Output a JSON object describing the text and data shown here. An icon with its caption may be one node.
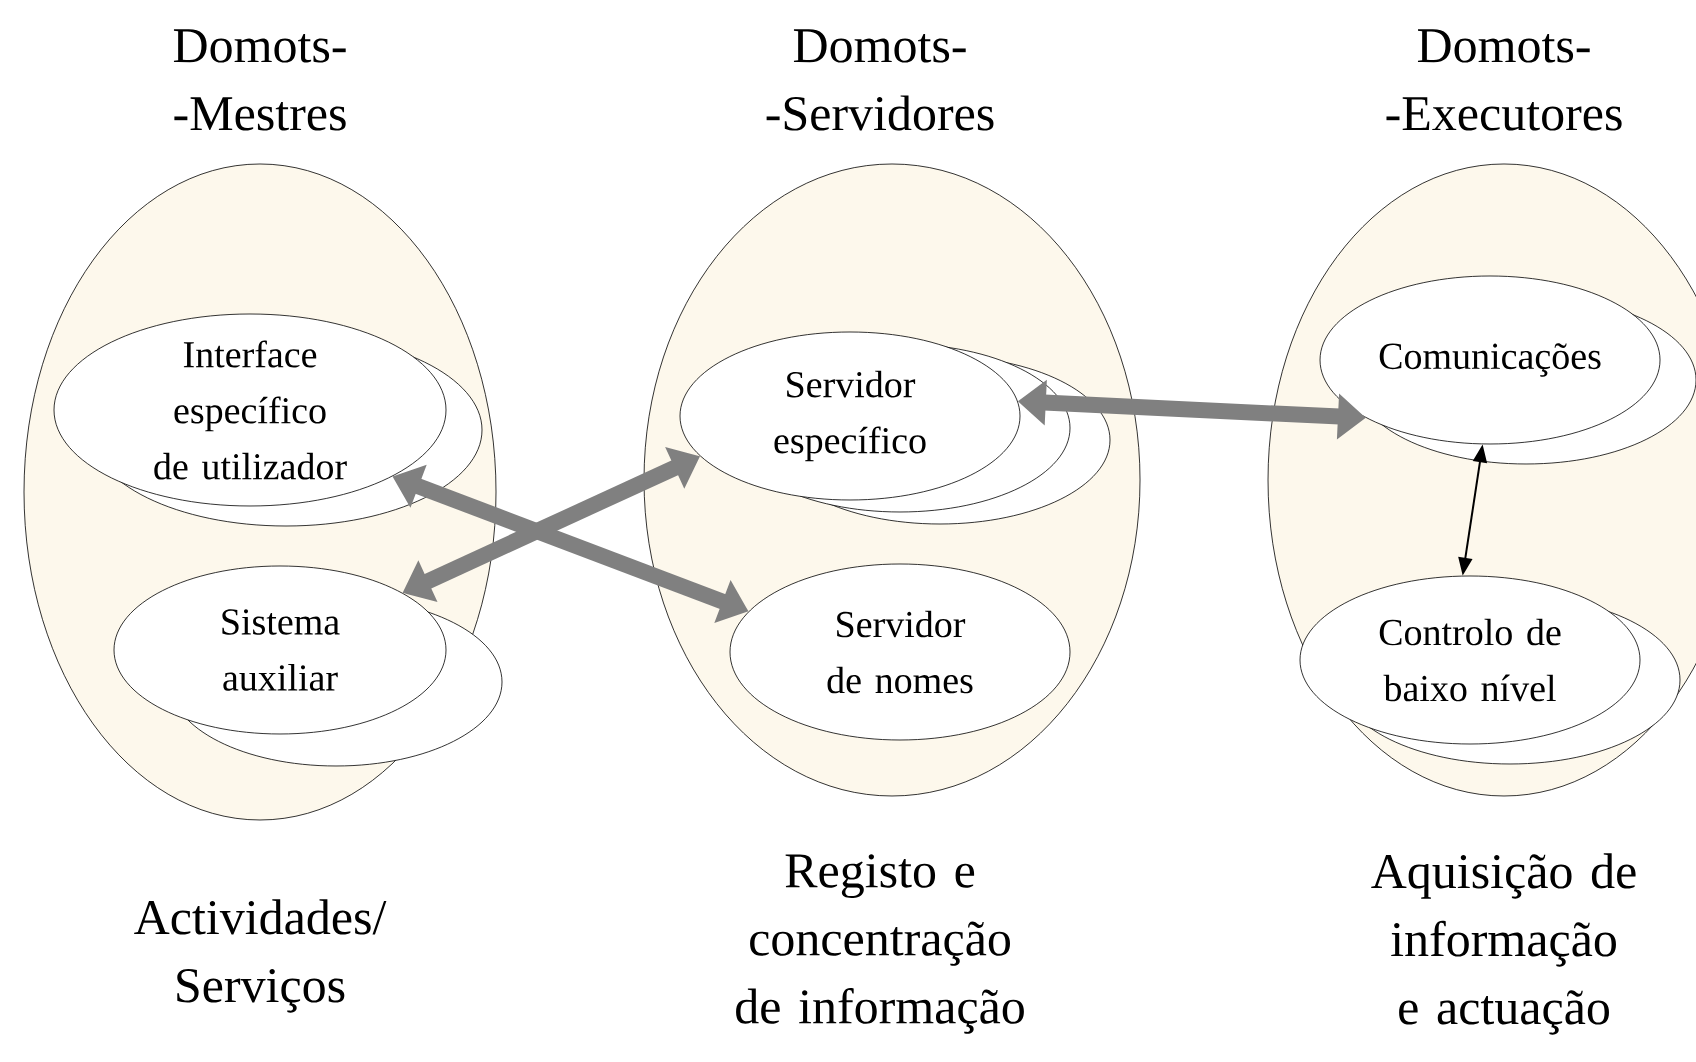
{
  "diagram": {
    "nodes": [
      {
        "text": [
          "Domots- -Mestres",
          "Actividades/ Serviços"
        ]
      },
      {
        "text": [
          "Interface específico de utilizador"
        ],
        "in": 0
      },
      {
        "text": [
          "Sistema auxiliar"
        ],
        "in": 0
      },
      {
        "text": [
          "Domots- -Servidores",
          "Registo e concentração de informação"
        ]
      },
      {
        "text": [
          "Servidor específico"
        ],
        "in": 3
      },
      {
        "text": [
          "Servidor de nomes"
        ],
        "in": 3
      },
      {
        "text": [
          "Domots- -Executores",
          "Aquisição de informação e actuação"
        ]
      },
      {
        "text": [
          "Comunicações"
        ],
        "in": 6
      },
      {
        "text": [
          "Controlo de baixo nível"
        ],
        "in": 6
      }
    ],
    "edges": [
      {
        "from": 1,
        "to": 5,
        "arrow": "both"
      },
      {
        "from": 2,
        "to": 4,
        "arrow": "both"
      },
      {
        "from": 4,
        "to": 7,
        "arrow": "both"
      },
      {
        "from": 7,
        "to": 8,
        "arrow": "both",
        "color": "#000000"
      }
    ]
  }
}
